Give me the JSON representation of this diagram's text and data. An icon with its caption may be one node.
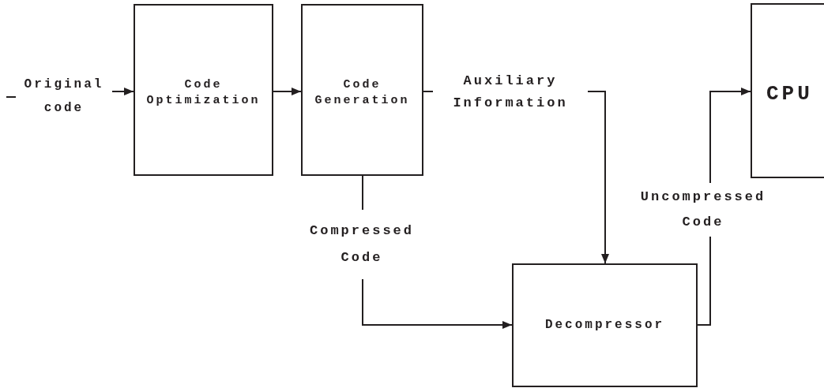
{
  "diagram": {
    "nodes": [
      {
        "text": [
          "Original code"
        ]
      },
      {
        "text": [
          "Code Optimization"
        ]
      },
      {
        "text": [
          "Code Generation"
        ]
      },
      {
        "text": [
          "CPU"
        ]
      },
      {
        "text": [
          "Decompressor"
        ]
      }
    ],
    "edges": [
      {
        "from": 0,
        "to": 1,
        "arrow": "to"
      },
      {
        "from": 1,
        "to": 2,
        "arrow": "to"
      },
      {
        "from": 2,
        "to": 4,
        "arrow": "to",
        "label": "Auxiliary Information"
      },
      {
        "from": 2,
        "to": 4,
        "arrow": "to",
        "label": "Compressed Code"
      },
      {
        "from": 4,
        "to": 3,
        "arrow": "to",
        "label": "Uncompressed Code"
      }
    ]
  }
}
